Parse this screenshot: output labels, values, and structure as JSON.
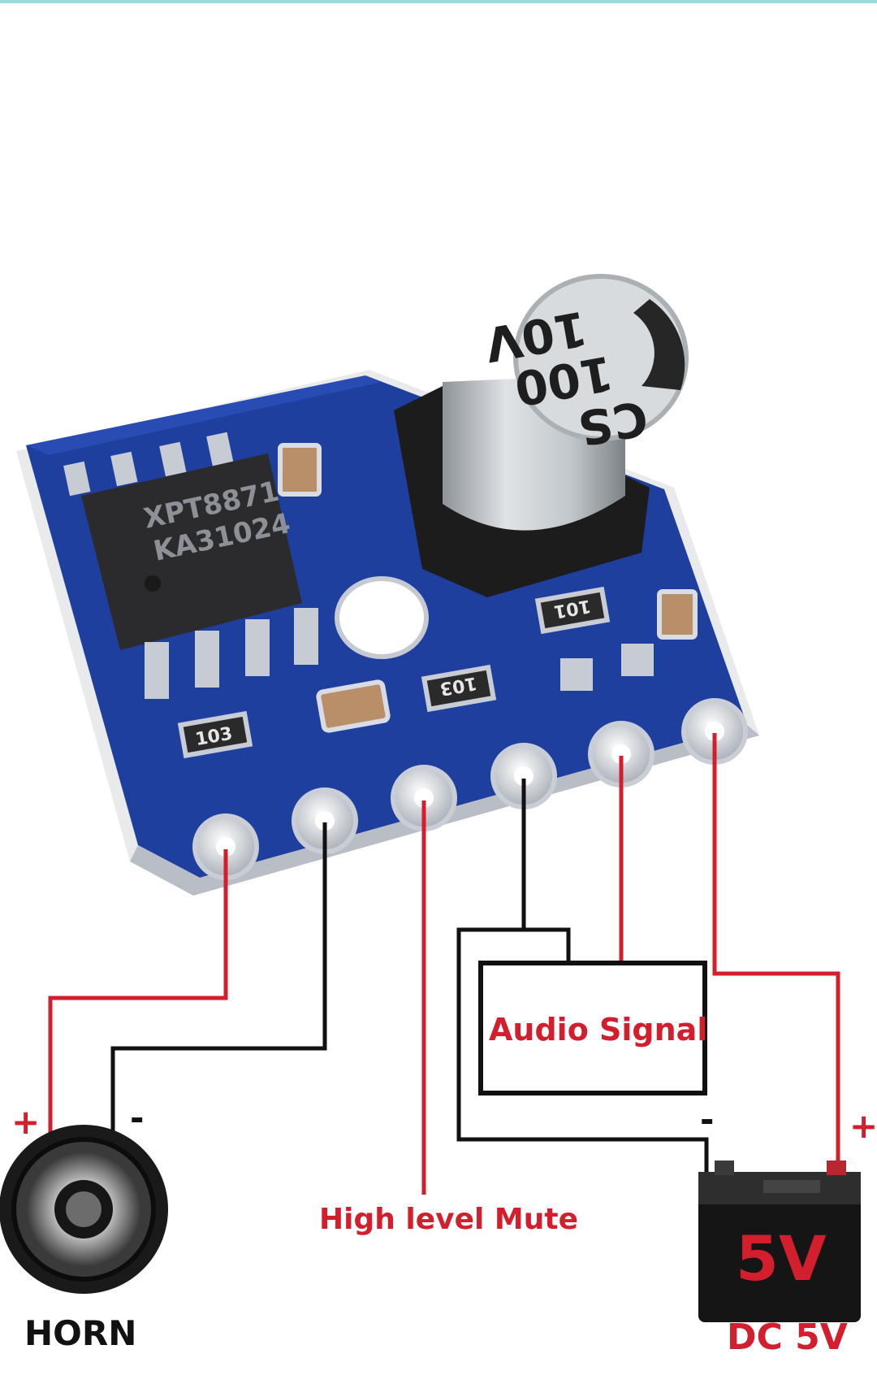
{
  "colors": {
    "pcb": "#1f3f9e",
    "pcb_dark": "#152c74",
    "pad": "#c9ced6",
    "wire_red": "#d21e2d",
    "wire_black": "#111111",
    "label_red": "#d21e2d",
    "label_black": "#111111",
    "cap_body": "#c3c8cc",
    "chip": "#2b2b2d"
  },
  "chip": {
    "line1": "XPT8871",
    "line2": "KA31024"
  },
  "capacitor": {
    "line1": "10V",
    "line2": "100",
    "line3": "CS"
  },
  "resistors": {
    "r1": "103",
    "r2": "103",
    "r3": "101"
  },
  "labels": {
    "audio_signal": "Audio Signal",
    "high_level_mute": "High level Mute",
    "horn": "HORN",
    "dc_5v": "DC 5V",
    "battery_5v": "5V",
    "horn_plus": "+",
    "horn_minus": "-",
    "dc_plus": "+",
    "dc_minus": "-"
  },
  "icons": [
    "speaker-icon",
    "battery-icon",
    "pcb-module-image"
  ]
}
